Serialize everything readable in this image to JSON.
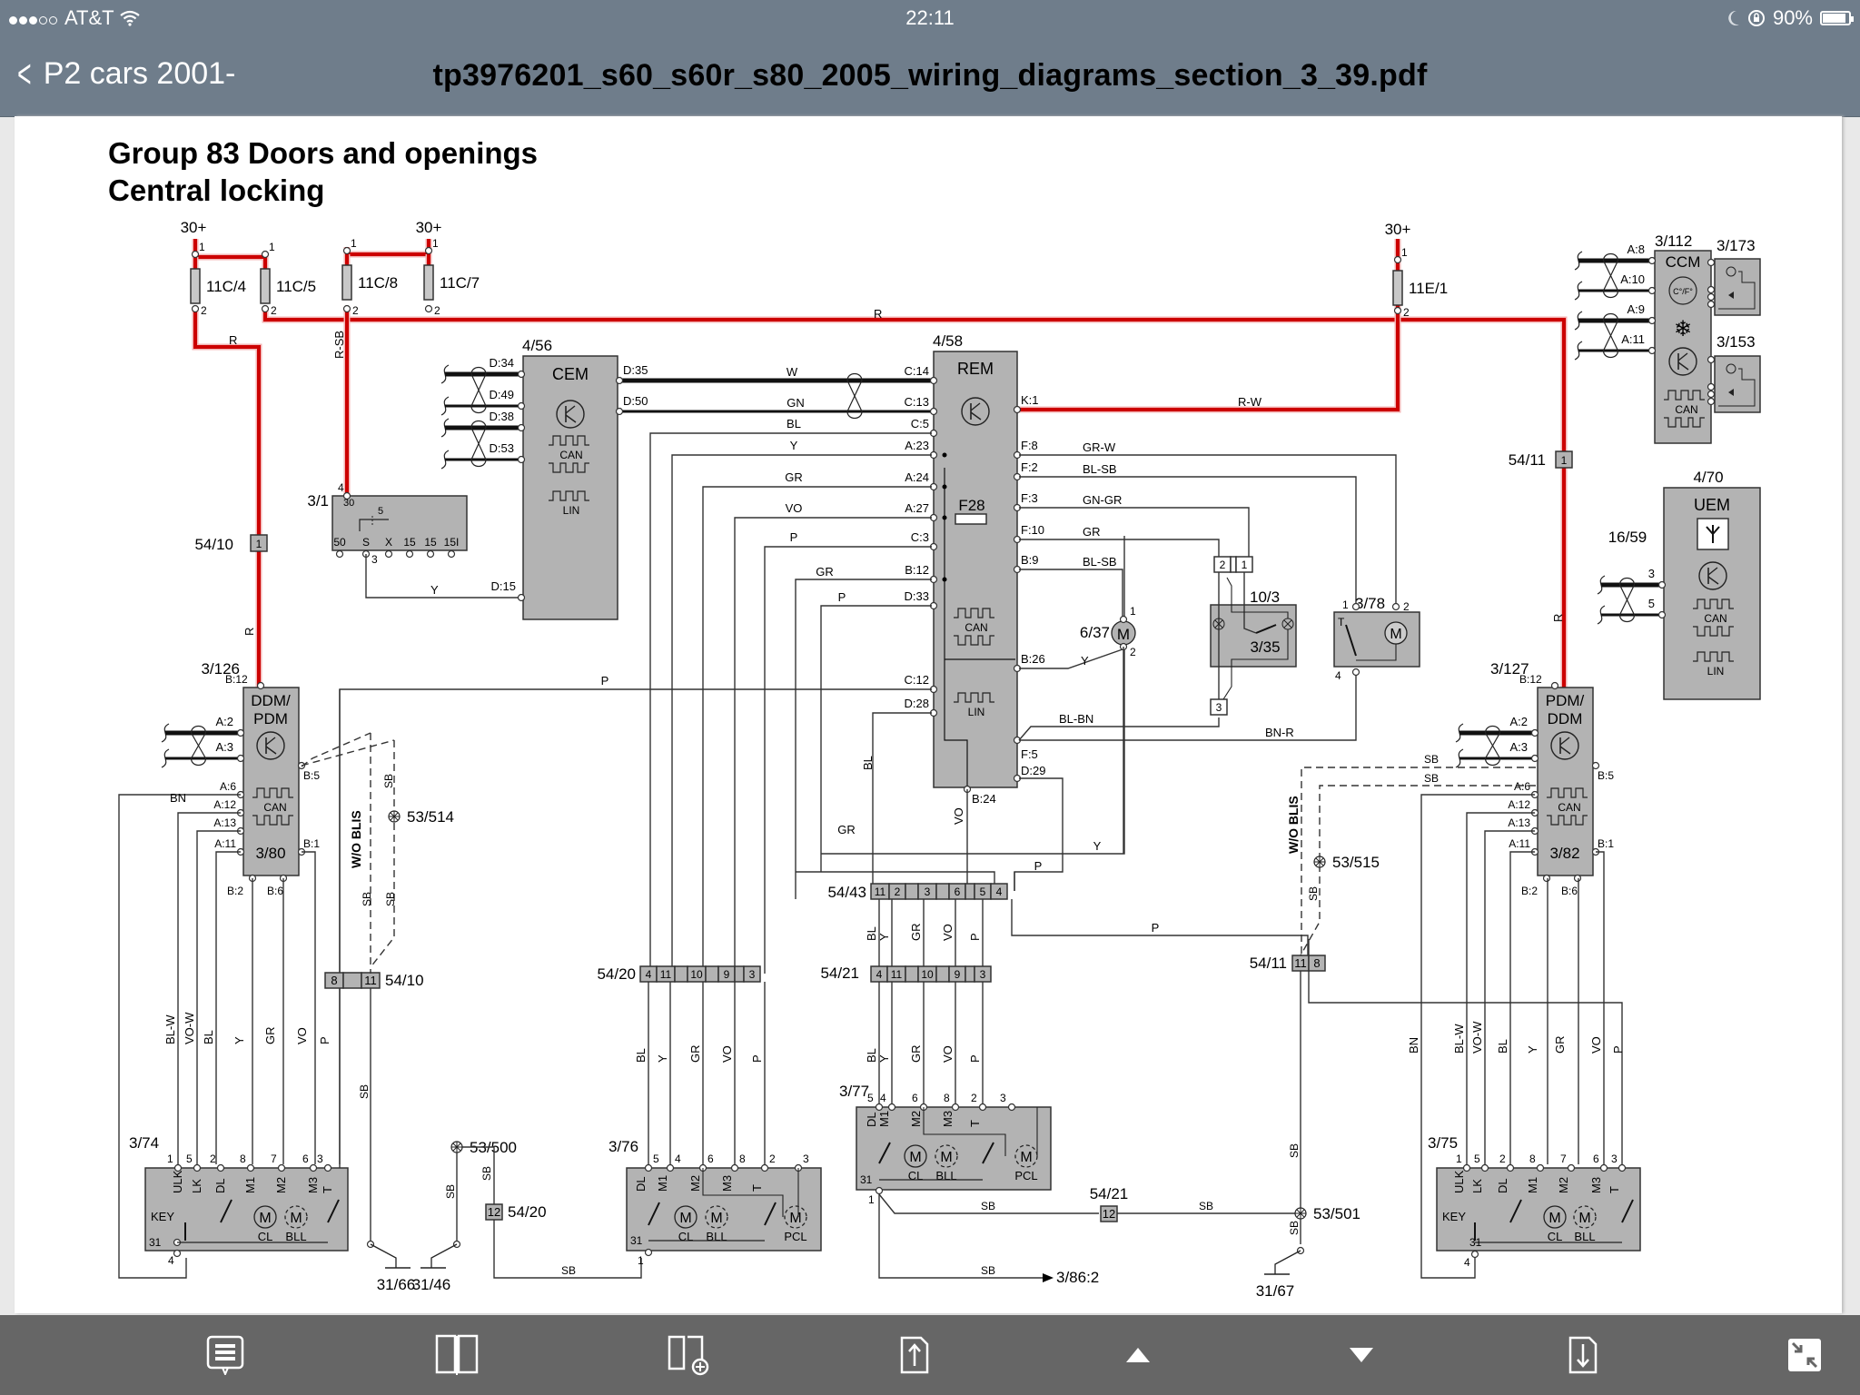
{
  "status_bar": {
    "signal_bars_filled": 3,
    "signal_bars_total": 5,
    "carrier": "AT&T",
    "time": "22:11",
    "battery_percent": "90%",
    "battery_level": 0.9,
    "icons": [
      "wifi-icon",
      "moon-icon",
      "orientation-lock-icon",
      "battery-icon"
    ]
  },
  "nav_bar": {
    "back_label": "P2 cars 2001-",
    "document_title": "tp3976201_s60_s60r_s80_2005_wiring_diagrams_section_3_39.pdf"
  },
  "page": {
    "heading_line1": "Group 83 Doors and openings",
    "heading_line2": "Central locking"
  },
  "diagram": {
    "supply_labels": [
      "30+",
      "30+",
      "30+"
    ],
    "fuses": [
      {
        "id": "11C/4",
        "pins": [
          "1",
          "2"
        ]
      },
      {
        "id": "11C/5",
        "pins": [
          "1",
          "2"
        ]
      },
      {
        "id": "11C/8",
        "pins": [
          "1",
          "2"
        ]
      },
      {
        "id": "11C/7",
        "pins": [
          "1",
          "2"
        ]
      },
      {
        "id": "11E/1",
        "pins": [
          "1",
          "2"
        ]
      }
    ],
    "wire_labels": {
      "r": "R",
      "rsb": "R-SB",
      "rw": "R-W",
      "w": "W",
      "gn": "GN",
      "bl": "BL",
      "y": "Y",
      "gr": "GR",
      "vo": "VO",
      "p": "P",
      "grw": "GR-W",
      "blsb": "BL-SB",
      "gngr": "GN-GR",
      "blbn": "BL-BN",
      "bnr": "BN-R",
      "bn": "BN",
      "blw": "BL-W",
      "vow": "VO-W",
      "sb": "SB",
      "woblis": "W/O BLIS"
    },
    "modules": {
      "cem": {
        "id": "4/56",
        "name": "CEM",
        "pins": [
          "D:34",
          "D:49",
          "D:38",
          "D:53",
          "D:35",
          "D:50",
          "D:15"
        ],
        "bus": [
          "CAN",
          "LIN"
        ]
      },
      "rem": {
        "id": "4/58",
        "name": "REM",
        "fuse": "F28",
        "left_pins": [
          "C:14",
          "C:13",
          "C:5",
          "A:23",
          "A:24",
          "A:27",
          "C:3",
          "B:12",
          "D:33",
          "C:12",
          "D:28"
        ],
        "right_pins": [
          "K:1",
          "F:8",
          "F:2",
          "F:3",
          "F:10",
          "B:9",
          "B:26",
          "F:5",
          "D:29"
        ],
        "bottom_pin": "B:24",
        "bus": [
          "CAN",
          "LIN"
        ]
      },
      "ignition": {
        "id": "3/1",
        "pins_top": [
          "4",
          "30",
          "5"
        ],
        "pins_bottom": [
          "50",
          "S",
          "X",
          "15",
          "15",
          "15I"
        ],
        "s_pin": "3"
      },
      "ddm_left": {
        "id": "3/126",
        "name_line1": "DDM/",
        "name_line2": "PDM",
        "sub_id": "3/80",
        "pins": [
          "B:12",
          "A:2",
          "A:3",
          "B:5",
          "A:6",
          "A:12",
          "A:13",
          "A:11",
          "B:1",
          "B:2",
          "B:6"
        ],
        "bus": "CAN"
      },
      "pdm_right": {
        "id": "3/127",
        "name_line1": "PDM/",
        "name_line2": "DDM",
        "sub_id": "3/82",
        "pins": [
          "B:12",
          "A:2",
          "A:3",
          "B:5",
          "A:6",
          "A:12",
          "A:13",
          "A:11",
          "B:1",
          "B:2",
          "B:6"
        ],
        "bus": "CAN"
      },
      "ccm": {
        "id": "3/112",
        "name": "CCM",
        "pins": [
          "A:8",
          "A:10",
          "A:9",
          "A:11"
        ],
        "temp_unit": "C°/F°",
        "bus": "CAN"
      },
      "uem": {
        "id": "4/70",
        "name": "UEM",
        "antenna": "16/59",
        "pins": [
          "3",
          "5"
        ],
        "bus": [
          "CAN",
          "LIN"
        ]
      },
      "switch_173": {
        "id": "3/173"
      },
      "switch_153": {
        "id": "3/153"
      }
    },
    "components": {
      "motor_637": {
        "id": "6/37",
        "pins": [
          "1",
          "2"
        ],
        "symbol": "M"
      },
      "lamp_1035": {
        "id": "10/3",
        "sub_id": "3/35",
        "connector_pins": [
          "2",
          "1",
          "3"
        ]
      },
      "trunk_378": {
        "id": "3/78",
        "pins": [
          "1",
          "2",
          "4"
        ],
        "switch_label": "T",
        "symbol": "M"
      }
    },
    "connectors": [
      {
        "id": "54/10",
        "pins": [
          "1"
        ]
      },
      {
        "id": "54/11",
        "pins": [
          "1"
        ]
      },
      {
        "id": "54/10",
        "pins": [
          "8",
          "",
          "11"
        ]
      },
      {
        "id": "54/11",
        "pins": [
          "11",
          "8"
        ]
      },
      {
        "id": "54/43",
        "pins": [
          "11",
          "2",
          "",
          "3",
          "",
          "6",
          "",
          "5",
          "4"
        ]
      },
      {
        "id": "54/20",
        "pins": [
          "4",
          "11",
          "",
          "10",
          "",
          "9",
          "",
          "3"
        ]
      },
      {
        "id": "54/21",
        "pins": [
          "4",
          "11",
          "",
          "10",
          "",
          "9",
          "",
          "3"
        ]
      },
      {
        "id": "54/20",
        "pins": [
          "12"
        ]
      },
      {
        "id": "54/21",
        "pins": [
          "12"
        ]
      }
    ],
    "grounds": [
      {
        "id": "53/514"
      },
      {
        "id": "53/515"
      },
      {
        "id": "53/500"
      },
      {
        "id": "53/501"
      },
      {
        "id": "31/66"
      },
      {
        "id": "31/46"
      },
      {
        "id": "31/67"
      }
    ],
    "door_locks": {
      "lock_374": {
        "id": "3/74",
        "pin_nums": [
          "1",
          "5",
          "2",
          "8",
          "7",
          "6",
          "3"
        ],
        "pin_names": [
          "ULK",
          "LK",
          "DL",
          "M1",
          "M2",
          "M3",
          "T"
        ],
        "wires": [
          "BL-W",
          "VO-W",
          "BL",
          "Y",
          "GR",
          "VO",
          "P"
        ],
        "ground_pins": [
          "31",
          "4"
        ],
        "labels": [
          "KEY",
          "CL",
          "BLL"
        ]
      },
      "lock_376": {
        "id": "3/76",
        "pin_nums": [
          "5",
          "4",
          "6",
          "8",
          "2",
          "3"
        ],
        "pin_names": [
          "DL",
          "M1",
          "M2",
          "M3",
          "T"
        ],
        "wires": [
          "BL",
          "Y",
          "GR",
          "VO",
          "P"
        ],
        "ground_pins": [
          "31",
          "1"
        ],
        "labels": [
          "CL",
          "BLL",
          "PCL"
        ]
      },
      "lock_377": {
        "id": "3/77",
        "pin_nums": [
          "5",
          "4",
          "6",
          "8",
          "2",
          "3"
        ],
        "pin_names": [
          "DL",
          "M1",
          "M2",
          "M3",
          "T"
        ],
        "wires": [
          "BL",
          "Y",
          "GR",
          "VO",
          "P"
        ],
        "ground_pins": [
          "31",
          "1"
        ],
        "labels": [
          "CL",
          "BLL",
          "PCL"
        ]
      },
      "lock_375": {
        "id": "3/75",
        "pin_nums": [
          "1",
          "5",
          "2",
          "8",
          "7",
          "6",
          "3"
        ],
        "pin_names": [
          "ULK",
          "LK",
          "DL",
          "M1",
          "M2",
          "M3",
          "T"
        ],
        "wires": [
          "BL-W",
          "VO-W",
          "BL",
          "Y",
          "GR",
          "VO",
          "P"
        ],
        "ground_pins": [
          "31",
          "4"
        ],
        "labels": [
          "KEY",
          "CL",
          "BLL"
        ]
      }
    },
    "off_page_ref": "3/86:2",
    "colors": {
      "power_wire": "#cc0000",
      "module_fill": "#b3b3b3",
      "wire": "#333333"
    }
  },
  "toolbar": {
    "buttons": [
      {
        "name": "annotations-button",
        "icon": "comment-list-icon"
      },
      {
        "name": "bookmarks-button",
        "icon": "book-icon"
      },
      {
        "name": "add-bookmark-button",
        "icon": "book-add-icon"
      },
      {
        "name": "share-button",
        "icon": "share-icon"
      },
      {
        "name": "previous-result-button",
        "icon": "triangle-up-icon"
      },
      {
        "name": "next-result-button",
        "icon": "triangle-down-icon"
      },
      {
        "name": "save-button",
        "icon": "download-icon"
      },
      {
        "name": "fullscreen-button",
        "icon": "collapse-icon"
      }
    ]
  }
}
